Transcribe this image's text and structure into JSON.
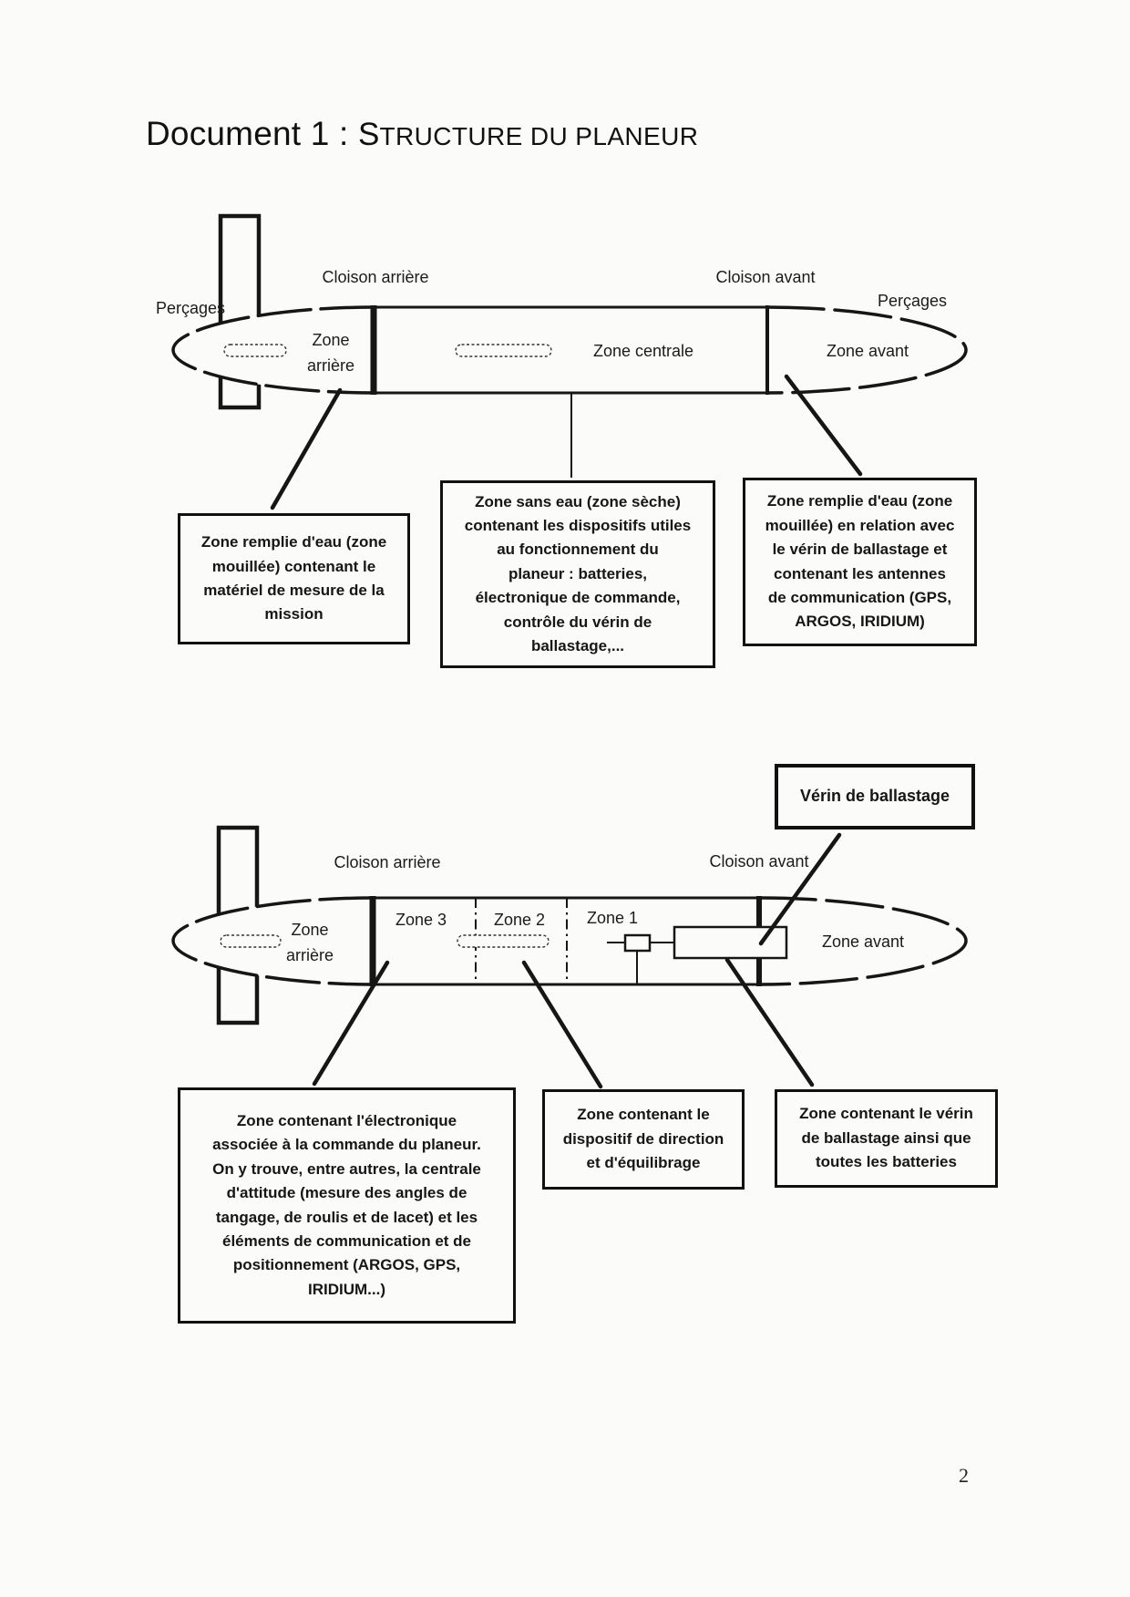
{
  "page": {
    "title_prefix": "Document 1 : ",
    "title_caps_first": "S",
    "title_caps_rest": "TRUCTURE DU PLANEUR",
    "page_number": "2"
  },
  "colors": {
    "ink": "#161616",
    "page_bg": "#fbfbfa"
  },
  "diagram1": {
    "labels": {
      "percages_left": "Perçages",
      "percages_right": "Perçages",
      "cloison_arriere": "Cloison arrière",
      "cloison_avant": "Cloison avant",
      "zone_arriere_line1": "Zone",
      "zone_arriere_line2": "arrière",
      "zone_centrale": "Zone centrale",
      "zone_avant": "Zone avant"
    },
    "callouts": {
      "left": "Zone remplie d'eau (zone\nmouillée) contenant le\nmatériel de mesure de la\nmission",
      "center": "Zone sans eau (zone sèche)\ncontenant les dispositifs utiles\nau fonctionnement du\nplaneur : batteries,\nélectronique de commande,\ncontrôle du vérin de\nballastage,...",
      "right": "Zone remplie d'eau (zone\nmouillée) en relation avec\nle vérin de ballastage et\ncontenant les antennes\nde communication (GPS,\nARGOS, IRIDIUM)"
    }
  },
  "diagram2": {
    "labels": {
      "verin_box": "Vérin de ballastage",
      "cloison_arriere": "Cloison arrière",
      "cloison_avant": "Cloison avant",
      "zone_arriere_line1": "Zone",
      "zone_arriere_line2": "arrière",
      "zone3": "Zone 3",
      "zone2": "Zone 2",
      "zone1": "Zone 1",
      "zone_avant": "Zone avant"
    },
    "callouts": {
      "left": "Zone contenant l'électronique\nassociée à la commande du planeur.\nOn y trouve, entre autres, la centrale\nd'attitude (mesure des angles de\ntangage, de roulis et de lacet) et les\néléments de communication et de\npositionnement (ARGOS, GPS,\nIRIDIUM...)",
      "center": "Zone contenant le\ndispositif de direction\net d'équilibrage",
      "right": "Zone contenant le vérin\nde ballastage ainsi que\ntoutes les batteries"
    }
  }
}
